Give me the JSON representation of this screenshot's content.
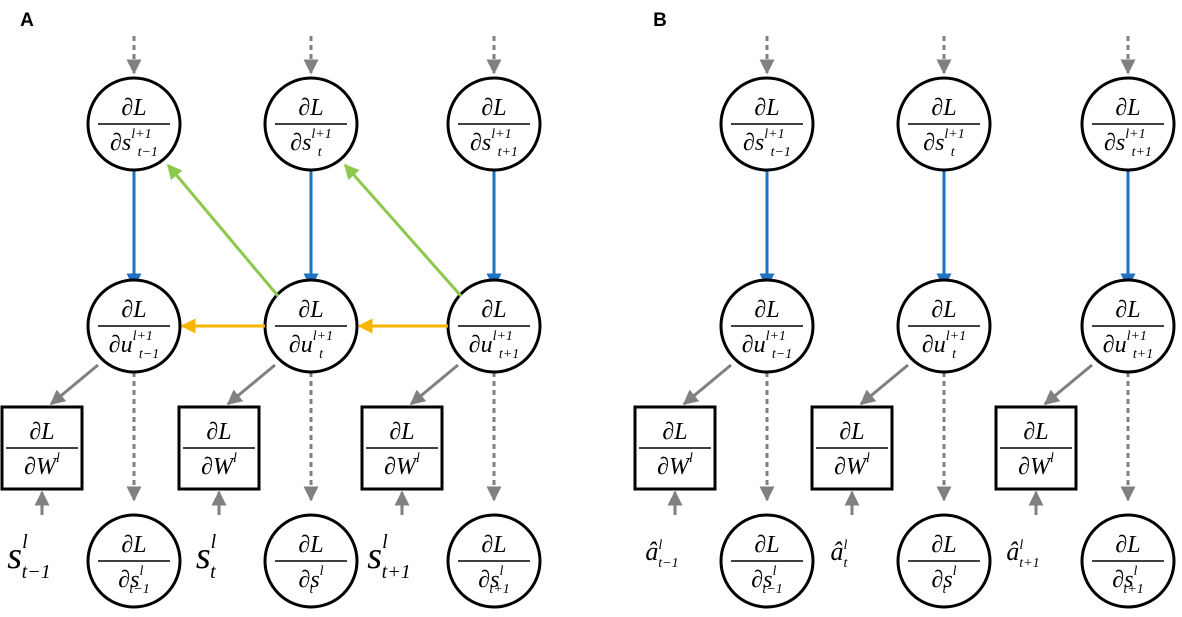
{
  "panels": [
    {
      "label": "A",
      "mode": "A",
      "columns": [
        {
          "s_up": "t−1",
          "u_sub": "t−1",
          "s_down": "t−1",
          "input_base": "s",
          "input_sub": "t−1"
        },
        {
          "s_up": "t",
          "u_sub": "t",
          "s_down": "t",
          "input_base": "s",
          "input_sub": "t"
        },
        {
          "s_up": "t+1",
          "u_sub": "t+1",
          "s_down": "t+1",
          "input_base": "s",
          "input_sub": "t+1"
        }
      ]
    },
    {
      "label": "B",
      "mode": "B",
      "columns": [
        {
          "s_up": "t−1",
          "u_sub": "t−1",
          "s_down": "t−1",
          "input_base": "â",
          "input_sub": "t−1"
        },
        {
          "s_up": "t",
          "u_sub": "t",
          "s_down": "t",
          "input_base": "â",
          "input_sub": "t"
        },
        {
          "s_up": "t+1",
          "u_sub": "t+1",
          "s_down": "t+1",
          "input_base": "â",
          "input_sub": "t+1"
        }
      ]
    }
  ],
  "symbols": {
    "numerator": "∂L",
    "partial": "∂",
    "s_var": "s",
    "u_var": "u",
    "w_var": "W",
    "layer": "l",
    "layer_next": "l+1"
  },
  "colors": {
    "blue_arrow": "#1f72c2",
    "green_arrow": "#8cc84b",
    "yellow_arrow": "#f7b500",
    "gray_arrow": "#808080",
    "node_stroke": "#000000"
  }
}
